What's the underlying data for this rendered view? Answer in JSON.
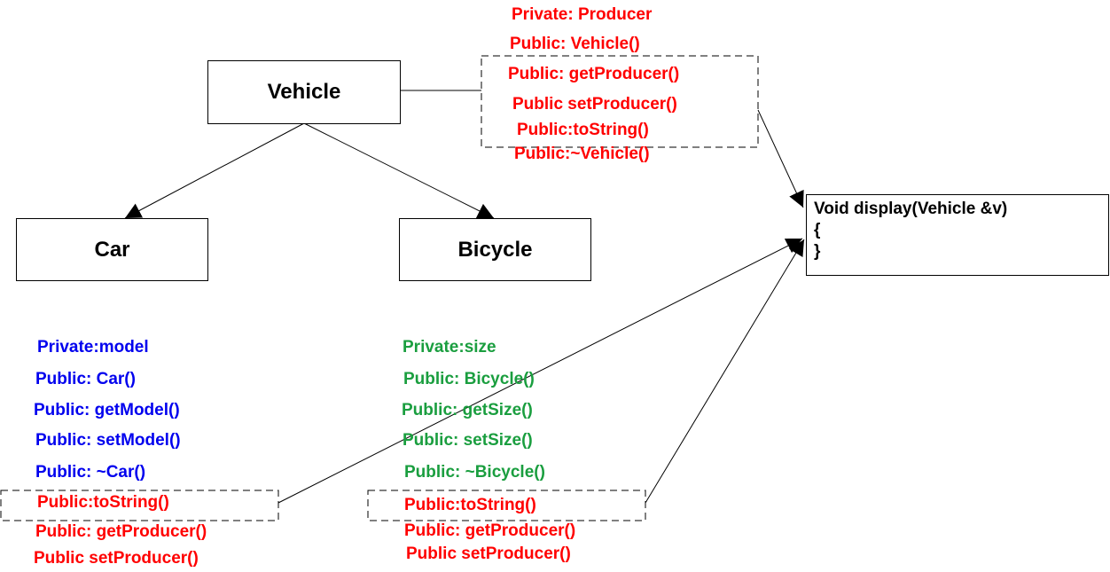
{
  "classes": {
    "vehicle": "Vehicle",
    "car": "Car",
    "bicycle": "Bicycle"
  },
  "vehicle_members": [
    "Private: Producer",
    "Public: Vehicle()",
    "Public: getProducer()",
    "Public setProducer()",
    "Public:toString()",
    "Public:~Vehicle()"
  ],
  "car_members": [
    "Private:model",
    "Public: Car()",
    "Public: getModel()",
    "Public: setModel()",
    "Public: ~Car()",
    "Public:toString()",
    "Public: getProducer()",
    "Public setProducer()"
  ],
  "bicycle_members": [
    "Private:size",
    "Public: Bicycle()",
    "Public: getSize()",
    "Public: setSize()",
    "Public: ~Bicycle()",
    "Public:toString()",
    "Public: getProducer()",
    "Public setProducer()"
  ],
  "display_function": {
    "signature": "Void display(Vehicle &v)",
    "open_brace": "{",
    "close_brace": "}"
  },
  "colors": {
    "inherited": "#ff0000",
    "car": "#0000ee",
    "bicycle": "#1a9e3f",
    "lines": "#000000"
  }
}
